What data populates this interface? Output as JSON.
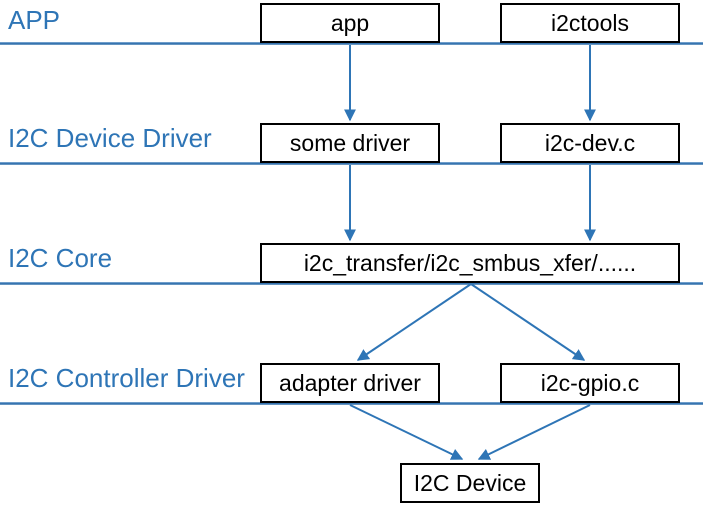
{
  "diagram": {
    "layers": [
      {
        "id": "app-layer",
        "label": "APP"
      },
      {
        "id": "device-driver-layer",
        "label": "I2C Device Driver"
      },
      {
        "id": "core-layer",
        "label": "I2C Core"
      },
      {
        "id": "controller-driver-layer",
        "label": "I2C Controller Driver"
      }
    ],
    "boxes": [
      {
        "id": "app",
        "label": "app"
      },
      {
        "id": "i2ctools",
        "label": "i2ctools"
      },
      {
        "id": "some-driver",
        "label": "some driver"
      },
      {
        "id": "i2c-dev",
        "label": "i2c-dev.c"
      },
      {
        "id": "i2c-core-xfer",
        "label": "i2c_transfer/i2c_smbus_xfer/......"
      },
      {
        "id": "adapter-driver",
        "label": "adapter driver"
      },
      {
        "id": "i2c-gpio",
        "label": "i2c-gpio.c"
      },
      {
        "id": "i2c-device",
        "label": "I2C Device"
      }
    ],
    "edges": [
      {
        "from": "app",
        "to": "some-driver"
      },
      {
        "from": "i2ctools",
        "to": "i2c-dev"
      },
      {
        "from": "some-driver",
        "to": "i2c-core-xfer"
      },
      {
        "from": "i2c-dev",
        "to": "i2c-core-xfer"
      },
      {
        "from": "i2c-core-xfer",
        "to": "adapter-driver"
      },
      {
        "from": "i2c-core-xfer",
        "to": "i2c-gpio"
      },
      {
        "from": "adapter-driver",
        "to": "i2c-device"
      },
      {
        "from": "i2c-gpio",
        "to": "i2c-device"
      }
    ],
    "colors": {
      "accent_blue": "#2E75B6",
      "layer_line_blue": "#3E7CB9",
      "box_border": "#000000",
      "box_fill": "#FFFFFF",
      "box_text": "#000000"
    }
  }
}
